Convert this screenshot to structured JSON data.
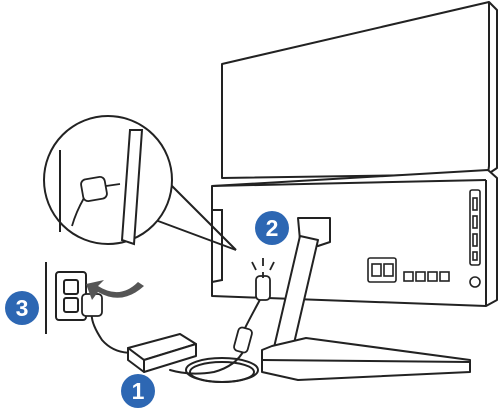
{
  "steps": [
    {
      "number": "1"
    },
    {
      "number": "2"
    },
    {
      "number": "3"
    }
  ],
  "colors": {
    "line": "#222222",
    "badge": "#2d67b3",
    "badge_text": "#ffffff",
    "arrow": "#555555",
    "fill": "#ffffff"
  }
}
